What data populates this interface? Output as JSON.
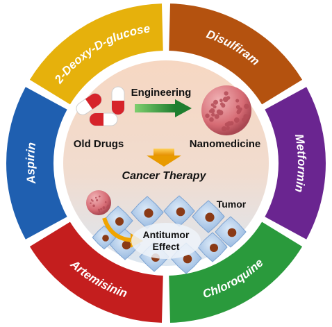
{
  "ring": {
    "segments": [
      {
        "label": "2-Deoxy-D-glucose",
        "color": "#e6b10c"
      },
      {
        "label": "Disulfiram",
        "color": "#b4520f"
      },
      {
        "label": "Metformin",
        "color": "#6a2590"
      },
      {
        "label": "Chloroquine",
        "color": "#2a9a3c"
      },
      {
        "label": "Artemisinin",
        "color": "#c41e1e"
      },
      {
        "label": "Aspirin",
        "color": "#1f5fb0"
      }
    ]
  },
  "center": {
    "engineering": "Engineering",
    "old_drugs": "Old Drugs",
    "nanomedicine": "Nanomedicine",
    "cancer_therapy": "Cancer Therapy",
    "tumor": "Tumor",
    "antitumor_line1": "Antitumor",
    "antitumor_line2": "Effect"
  },
  "colors": {
    "center_top": "#f6d9c4",
    "center_bottom": "#dfe8f2",
    "arrow_green": "#2f9a3e",
    "arrow_gold": "#f0a400",
    "nano_sphere": "#d9787f",
    "capsule_red": "#d6232a",
    "tumor_cell": "#a9c6e8",
    "nucleus": "#8a3a16"
  },
  "icons": [
    "capsule-icon",
    "nanoparticle-icon",
    "tumor-cell-icon"
  ]
}
